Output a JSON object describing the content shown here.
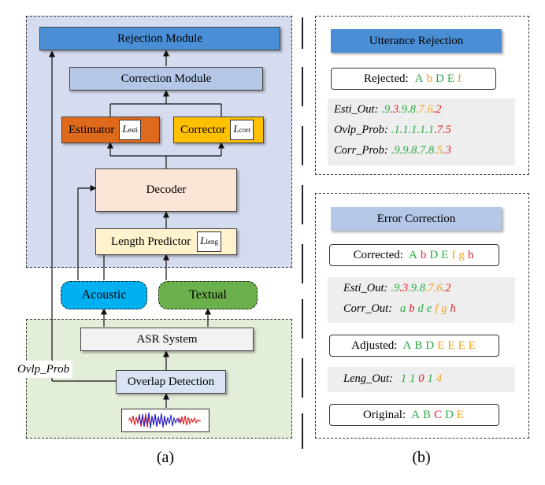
{
  "colors": {
    "panel_top": "#d6dcf0",
    "panel_bottom": "#e2eed8",
    "rejection_fill": "#4a8fd6",
    "correction_fill": "#b4c7e7",
    "estimator_fill": "#e06a1c",
    "corrector_fill": "#ffc000",
    "decoder_fill": "#fbe5d6",
    "length_fill": "#fff2cc",
    "acoustic_fill": "#00b0f0",
    "textual_fill": "#6ab04c",
    "asr_fill": "#f2f2f2",
    "overlap_fill": "#dae3f3",
    "green_token": "#2eaa46",
    "red_token": "#e02020",
    "orange_token": "#f2a21a"
  },
  "left": {
    "rejection_module": "Rejection Module",
    "correction_module": "Correction Module",
    "estimator": "Estimator",
    "estimator_loss": "L",
    "estimator_loss_sub": "esti",
    "corrector": "Corrector",
    "corrector_loss": "L",
    "corrector_loss_sub": "corr",
    "decoder": "Decoder",
    "length_predictor": "Length Predictor",
    "length_loss": "L",
    "length_loss_sub": "leng",
    "acoustic": "Acoustic",
    "textual": "Textual",
    "asr_system": "ASR System",
    "ovlp_prob_label": "Ovlp_Prob",
    "overlap_detection": "Overlap Detection",
    "caption": "(a)"
  },
  "right": {
    "utterance_rejection": "Utterance Rejection",
    "rejected_label": "Rejected:",
    "rejected_tokens": [
      "A",
      "b",
      "D",
      "E",
      "f"
    ],
    "rej_esti_label": "Esti_Out:",
    "rej_esti_vals": [
      ".9",
      ".3",
      ".9",
      ".8",
      ".7",
      ".6",
      ".2"
    ],
    "ovlp_label": "Ovlp_Prob:",
    "ovlp_vals": [
      ".1",
      ".1",
      ".1",
      ".1",
      ".1",
      ".7",
      ".5"
    ],
    "corr_prob_label": "Corr_Prob:",
    "corr_prob_vals": [
      ".9",
      ".9",
      ".8",
      ".7",
      ".8",
      ".5",
      ".3"
    ],
    "error_correction": "Error Correction",
    "corrected_label": "Corrected:",
    "corrected_tokens": [
      "A",
      "b",
      "D",
      "E",
      "f",
      "g",
      "h"
    ],
    "ec_esti_label": "Esti_Out:",
    "ec_esti_vals": [
      ".9",
      ".3",
      ".9",
      ".8",
      ".7",
      ".6",
      ".2"
    ],
    "corr_out_label": "Corr_Out:",
    "corr_out_vals": [
      "a",
      "b",
      "d",
      "e",
      "f",
      "g",
      "h"
    ],
    "adjusted_label": "Adjusted:",
    "adjusted_tokens": [
      "A",
      "B",
      "D",
      "E",
      "E",
      "E",
      "E"
    ],
    "leng_label": "Leng_Out:",
    "leng_vals": [
      "1",
      "1",
      "0",
      "1",
      "4"
    ],
    "original_label": "Original:",
    "original_tokens": [
      "A",
      "B",
      "C",
      "D",
      "E"
    ],
    "caption": "(b)"
  }
}
